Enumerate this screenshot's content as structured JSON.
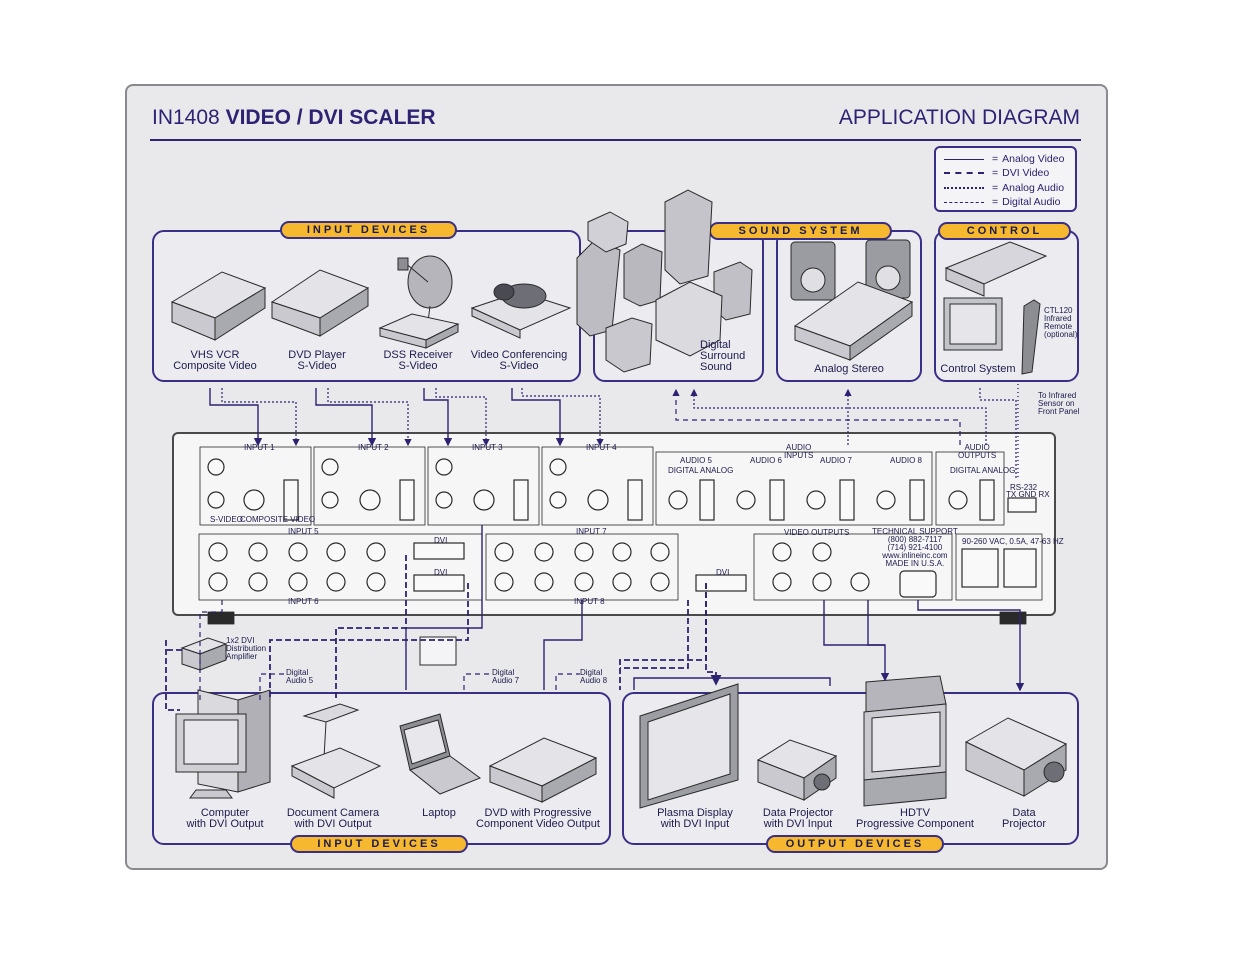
{
  "header": {
    "model": "IN1408",
    "product": "VIDEO / DVI SCALER",
    "diagram_title": "APPLICATION DIAGRAM"
  },
  "legend": {
    "analog_video": "Analog Video",
    "dvi_video": "DVI Video",
    "analog_audio": "Analog Audio",
    "digital_audio": "Digital Audio"
  },
  "sections": {
    "input_devices_top": "INPUT DEVICES",
    "sound_system": "SOUND SYSTEM",
    "control": "CONTROL",
    "input_devices_bottom": "INPUT DEVICES",
    "output_devices": "OUTPUT DEVICES"
  },
  "top_inputs": [
    "VHS VCR\nComposite Video",
    "DVD Player\nS-Video",
    "DSS Receiver\nS-Video",
    "Video Conferencing\nS-Video"
  ],
  "sound": {
    "surround": "Digital\nSurround\nSound",
    "stereo": "Analog Stereo"
  },
  "control_panel": {
    "system": "Control System",
    "remote": "CTL120\nInfrared\nRemote\n(optional)",
    "sensor": "To Infrared\nSensor on\nFront Panel"
  },
  "rear_panel": {
    "inputs": [
      "INPUT 1",
      "INPUT 2",
      "INPUT 3",
      "INPUT 4"
    ],
    "audio_inputs": "AUDIO\nINPUTS",
    "audio_outputs": "AUDIO\nOUTPUTS",
    "audio_channels": [
      "AUDIO 5",
      "AUDIO 6",
      "AUDIO 7",
      "AUDIO 8"
    ],
    "rs232": "RS-232",
    "rs232_pins": "TX GND RX",
    "input5": "INPUT 5",
    "input6": "INPUT 6",
    "input7": "INPUT 7",
    "input8": "INPUT 8",
    "video_outputs": "VIDEO OUTPUTS",
    "dvi": "DVI",
    "support": "TECHNICAL SUPPORT\n(800) 882-7117\n(714) 921-4100\nwww.inlineinc.com\nMADE IN U.S.A.",
    "power": "90-260 VAC, 0.5A, 47-63 HZ",
    "svideo": "S-VIDEO",
    "composite": "COMPOSITE VIDEO",
    "digital": "DIGITAL",
    "analog": "ANALOG"
  },
  "distribution": "1x2 DVI\nDistribution\nAmplifier",
  "digital_audio_labels": [
    "Digital\nAudio 5",
    "Digital\nAudio 7",
    "Digital\nAudio 8"
  ],
  "bottom_inputs": [
    "Computer\nwith DVI Output",
    "Document Camera\nwith DVI Output",
    "Laptop",
    "DVD with Progressive\nComponent Video Output"
  ],
  "outputs": [
    "Plasma Display\nwith DVI Input",
    "Data Projector\nwith DVI Input",
    "HDTV\nProgressive Component",
    "Data\nProjector"
  ],
  "colors": {
    "navy": "#2d2372",
    "accent": "#f5b82e",
    "frame": "#8a8a8e"
  }
}
